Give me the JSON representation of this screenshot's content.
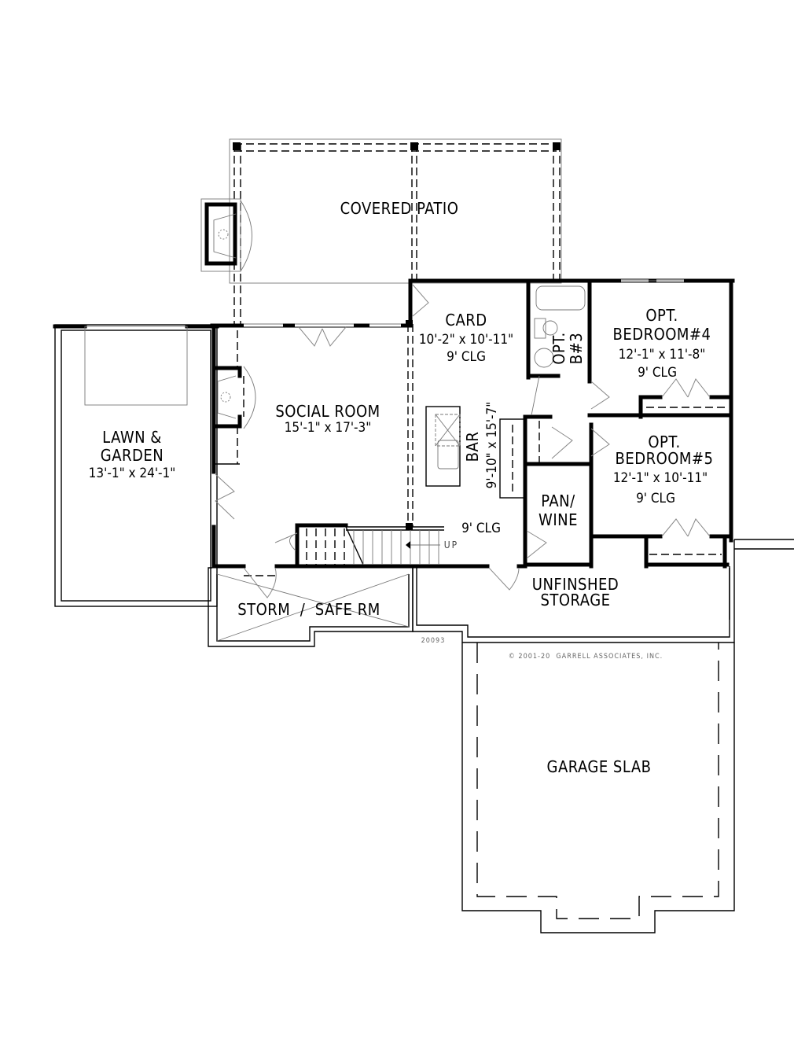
{
  "plan": {
    "plan_number": "20093",
    "copyright": "© 2001-20  GARRELL ASSOCIATES, INC.",
    "stair_label": "UP"
  },
  "rooms": {
    "covered_patio": {
      "name": "COVERED PATIO"
    },
    "card": {
      "name": "CARD",
      "size": "10'-2\" x 10'-11\"",
      "ceiling": "9' CLG"
    },
    "opt_bath": {
      "name_line1": "OPT.",
      "name_line2": "B#3"
    },
    "bedroom4": {
      "name_line1": "OPT.",
      "name_line2": "BEDROOM#4",
      "size": "12'-1\" x 11'-8\"",
      "ceiling": "9' CLG"
    },
    "social_room": {
      "name": "SOCIAL ROOM",
      "size": "15'-1\" x 17'-3\""
    },
    "lawn_garden": {
      "name_line1": "LAWN &",
      "name_line2": "GARDEN",
      "size": "13'-1\" x 24'-1\""
    },
    "bar": {
      "name": "BAR",
      "size": "9'-10\" x 15'-7\"",
      "ceiling": "9' CLG"
    },
    "pantry_wine": {
      "name_line1": "PAN/",
      "name_line2": "WINE"
    },
    "bedroom5": {
      "name_line1": "OPT.",
      "name_line2": "BEDROOM#5",
      "size": "12'-1\" x 10'-11\"",
      "ceiling": "9' CLG"
    },
    "storm_safe": {
      "name": "STORM  /  SAFE RM"
    },
    "unfinished_storage": {
      "name_line1": "UNFINSHED",
      "name_line2": "STORAGE"
    },
    "garage_slab": {
      "name": "GARAGE SLAB"
    }
  }
}
